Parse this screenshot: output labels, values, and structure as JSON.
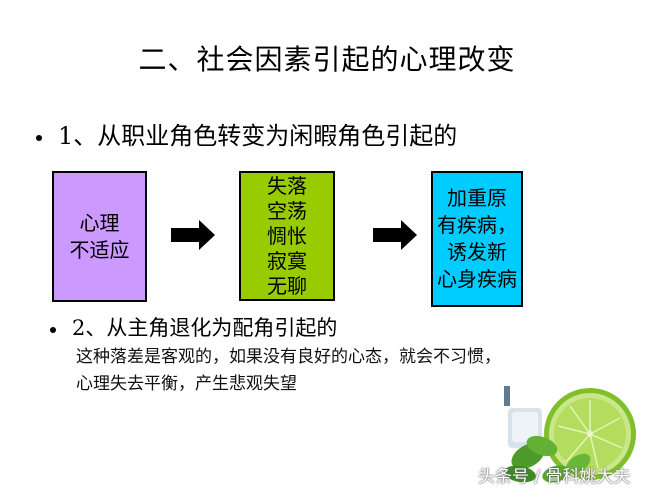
{
  "slide": {
    "title": "二、社会因素引起的心理改变",
    "section1": {
      "label": "1、从职业角色转变为闲暇角色引起的"
    },
    "flow": {
      "boxes": [
        {
          "text": "心理\n不适应",
          "color": "#cc99ff"
        },
        {
          "text": "失落\n空荡\n惆怅\n寂寞\n无聊",
          "color": "#99cc00"
        },
        {
          "text": "加重原\n有疾病，\n诱发新\n心身疾病",
          "color": "#00ccff"
        }
      ],
      "arrows": [
        "right-arrow",
        "right-arrow"
      ]
    },
    "section2": {
      "label": "2、从主角退化为配角引起的",
      "description_line1": "这种落差是客观的，如果没有良好的心态，就会不习惯，",
      "description_line2": "心理失去平衡，产生悲观失望"
    },
    "image": {
      "subject": "lime slice with mint leaves and ice"
    },
    "watermark": "头条号 / 骨科姚大夫"
  }
}
